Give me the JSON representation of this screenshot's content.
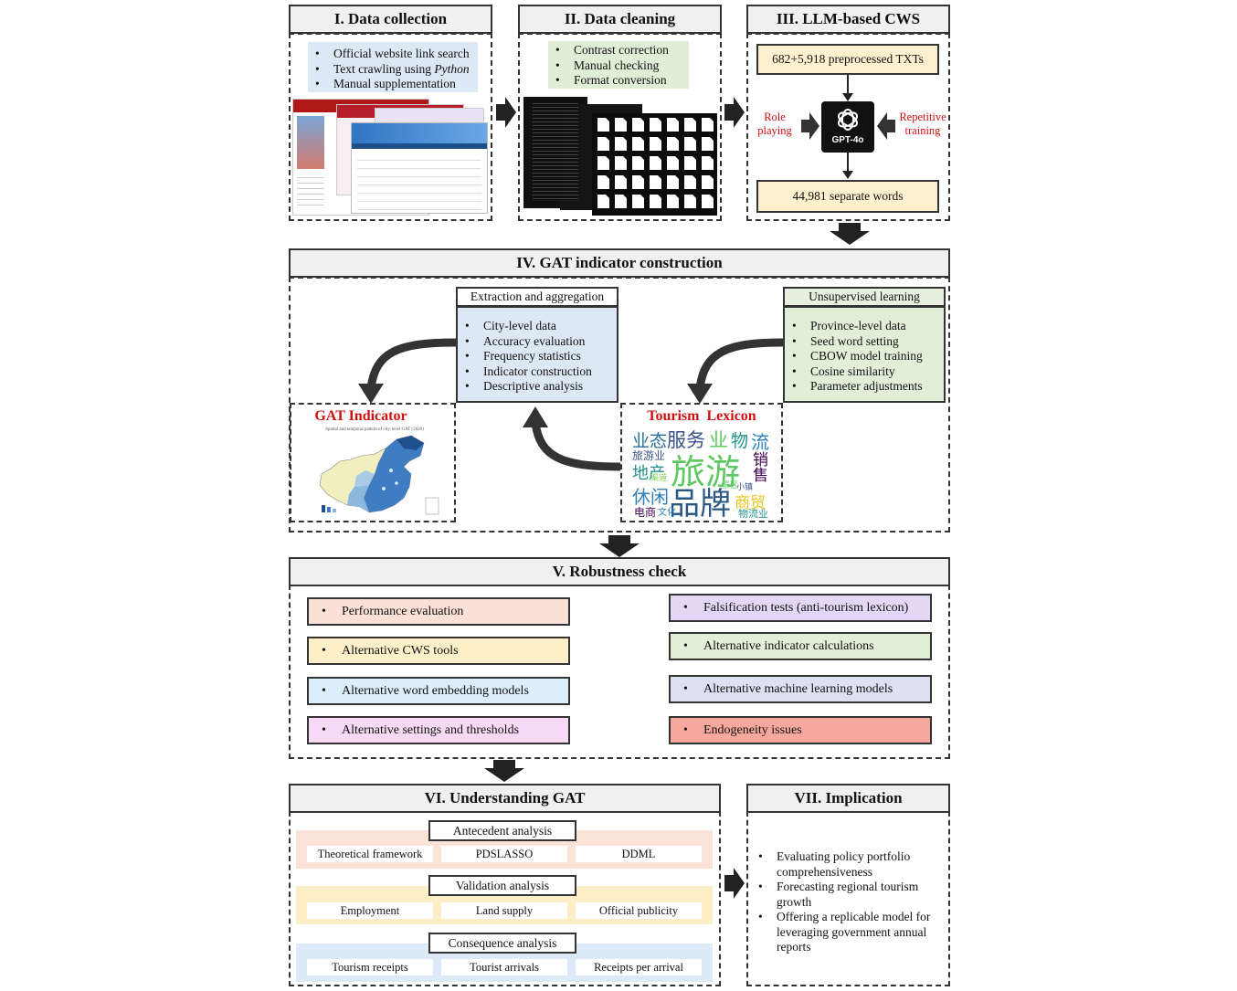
{
  "panel1": {
    "title": "I. Data collection",
    "bullets": [
      "Official website link search",
      "Text crawling using ",
      "Manual supplementation"
    ],
    "bullet_italic": "Python"
  },
  "panel2": {
    "title": "II. Data cleaning",
    "bullets": [
      "Contrast correction",
      "Manual checking",
      "Format conversion"
    ]
  },
  "panel3": {
    "title": "III. LLM-based CWS",
    "input_box": "682+5,918 preprocessed TXTs",
    "output_box": "44,981 separate words",
    "left_label": "Role playing",
    "right_label": "Repetitive training",
    "model_label": "GPT-4o"
  },
  "panel4": {
    "title": "IV. GAT indicator construction",
    "extraction": {
      "heading": "Extraction and aggregation",
      "bullets": [
        "City-level data",
        "Accuracy evaluation",
        "Frequency statistics",
        "Indicator construction",
        "Descriptive analysis"
      ]
    },
    "unsupervised": {
      "heading": "Unsupervised learning",
      "bullets": [
        "Province-level data",
        "Seed word setting",
        "CBOW model training",
        "Cosine similarity",
        "Parameter adjustments"
      ]
    },
    "gat_indicator": {
      "title": "GAT Indicator",
      "map_caption": "Spatial and temporal pattern of city-level GAT (2020)"
    },
    "lexicon": {
      "title": "Tourism  Lexicon",
      "words": [
        "业态",
        "服务",
        "业",
        "物",
        "流",
        "旅游业",
        "旅游",
        "地产",
        "销售",
        "休闲",
        "品牌",
        "商贸",
        "电商",
        "物流业",
        "渠道",
        "小镇",
        "景区",
        "文化"
      ]
    }
  },
  "panel5": {
    "title": "V. Robustness check",
    "left": [
      "Performance evaluation",
      "Alternative CWS tools",
      "Alternative word embedding models",
      "Alternative settings and thresholds"
    ],
    "right": [
      "Falsification tests (anti-tourism lexicon)",
      "Alternative indicator calculations",
      "Alternative machine learning models",
      "Endogeneity issues"
    ],
    "colors_left": [
      "#fbe0d6",
      "#fdf0c8",
      "#dceefa",
      "#f7d8f5"
    ],
    "colors_right": [
      "#e2d8f5",
      "#e1efd8",
      "#dde2f2",
      "#f6a89c"
    ]
  },
  "panel6": {
    "title": "VI. Understanding GAT",
    "antecedent": {
      "heading": "Antecedent analysis",
      "cells": [
        "Theoretical framework",
        "PDSLASSO",
        "DDML"
      ]
    },
    "validation": {
      "heading": "Validation analysis",
      "cells": [
        "Employment",
        "Land supply",
        "Official publicity"
      ]
    },
    "consequence": {
      "heading": "Consequence analysis",
      "cells": [
        "Tourism receipts",
        "Tourist arrivals",
        "Receipts per arrival"
      ]
    }
  },
  "panel7": {
    "title": "VII. Implication",
    "bullets": [
      "Evaluating policy portfolio comprehensiveness",
      "Forecasting regional tourism growth",
      "Offering a replicable model for leveraging government annual reports"
    ]
  }
}
